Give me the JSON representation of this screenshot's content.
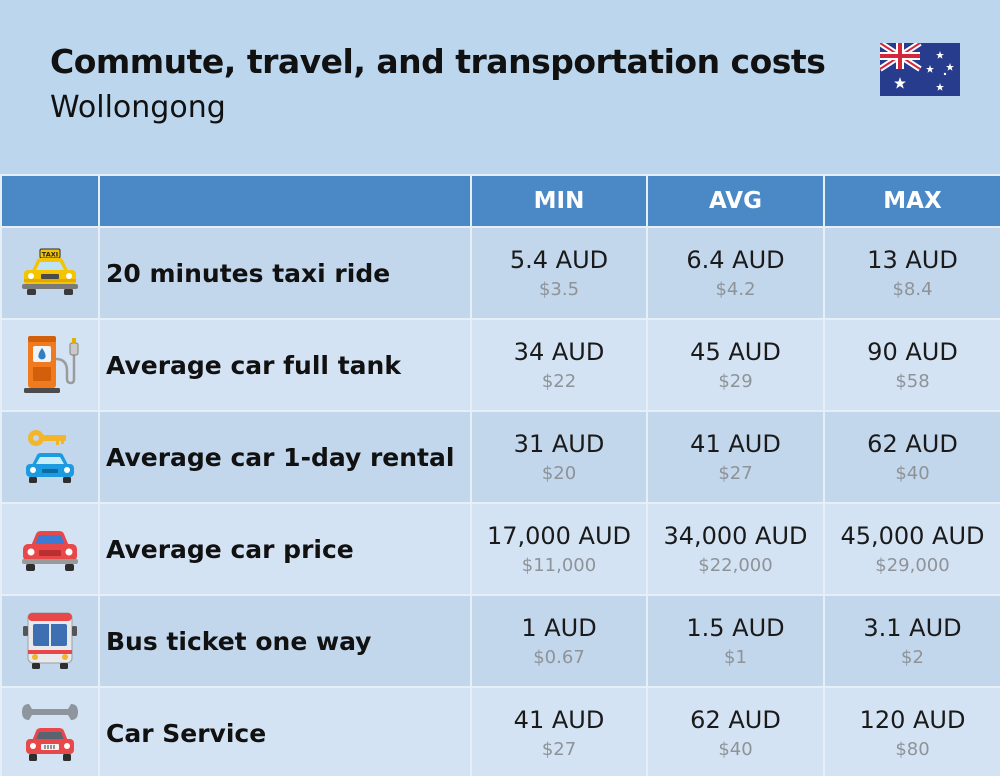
{
  "header": {
    "title": "Commute, travel, and transportation costs",
    "subtitle": "Wollongong",
    "flag_icon": "australia-flag-icon"
  },
  "table": {
    "columns": [
      "",
      "",
      "MIN",
      "AVG",
      "MAX"
    ],
    "rows": [
      {
        "icon": "taxi-icon",
        "taxi_sign": "TAXI",
        "label": "20 minutes taxi ride",
        "min": {
          "aud": "5.4 AUD",
          "usd": "$3.5"
        },
        "avg": {
          "aud": "6.4 AUD",
          "usd": "$4.2"
        },
        "max": {
          "aud": "13 AUD",
          "usd": "$8.4"
        }
      },
      {
        "icon": "fuel-pump-icon",
        "label": "Average car full tank",
        "min": {
          "aud": "34 AUD",
          "usd": "$22"
        },
        "avg": {
          "aud": "45 AUD",
          "usd": "$29"
        },
        "max": {
          "aud": "90 AUD",
          "usd": "$58"
        }
      },
      {
        "icon": "car-rental-key-icon",
        "label": "Average car 1-day rental",
        "min": {
          "aud": "31 AUD",
          "usd": "$20"
        },
        "avg": {
          "aud": "41 AUD",
          "usd": "$27"
        },
        "max": {
          "aud": "62 AUD",
          "usd": "$40"
        }
      },
      {
        "icon": "car-icon",
        "label": "Average car price",
        "min": {
          "aud": "17,000 AUD",
          "usd": "$11,000"
        },
        "avg": {
          "aud": "34,000 AUD",
          "usd": "$22,000"
        },
        "max": {
          "aud": "45,000 AUD",
          "usd": "$29,000"
        }
      },
      {
        "icon": "bus-icon",
        "label": "Bus ticket one way",
        "min": {
          "aud": "1 AUD",
          "usd": "$0.67"
        },
        "avg": {
          "aud": "1.5 AUD",
          "usd": "$1"
        },
        "max": {
          "aud": "3.1 AUD",
          "usd": "$2"
        }
      },
      {
        "icon": "car-service-wrench-icon",
        "label": "Car Service",
        "min": {
          "aud": "41 AUD",
          "usd": "$27"
        },
        "avg": {
          "aud": "62 AUD",
          "usd": "$40"
        },
        "max": {
          "aud": "120 AUD",
          "usd": "$80"
        }
      }
    ]
  },
  "colors": {
    "background": "#bcd6ee",
    "header_row": "#4a89c6",
    "row_odd": "#c2d6ec",
    "row_even": "#d4e3f3",
    "usd_text": "#8e9398"
  }
}
